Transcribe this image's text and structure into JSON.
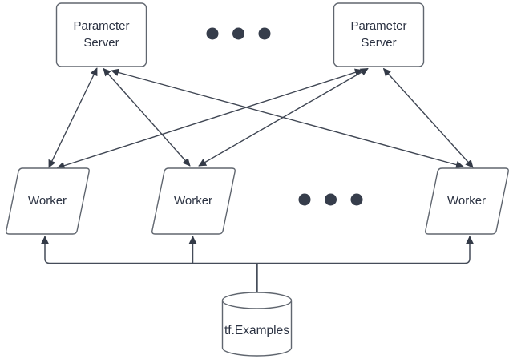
{
  "diagram": {
    "nodes": {
      "parameter_server_1": {
        "label": "Parameter\nServer",
        "shape": "rounded-rectangle"
      },
      "parameter_server_2": {
        "label": "Parameter\nServer",
        "shape": "rounded-rectangle"
      },
      "worker_1": {
        "label": "Worker",
        "shape": "parallelogram"
      },
      "worker_2": {
        "label": "Worker",
        "shape": "parallelogram"
      },
      "worker_3": {
        "label": "Worker",
        "shape": "parallelogram"
      },
      "tf_examples": {
        "label": "tf.Examples",
        "shape": "cylinder"
      }
    },
    "ellipsis_groups": [
      {
        "name": "more-parameter-servers",
        "dots": 3
      },
      {
        "name": "more-workers",
        "dots": 3
      }
    ],
    "edges": [
      {
        "from": "worker_1",
        "to": "parameter_server_1",
        "bidirectional": true
      },
      {
        "from": "worker_1",
        "to": "parameter_server_2",
        "bidirectional": true
      },
      {
        "from": "worker_2",
        "to": "parameter_server_1",
        "bidirectional": true
      },
      {
        "from": "worker_2",
        "to": "parameter_server_2",
        "bidirectional": true
      },
      {
        "from": "worker_3",
        "to": "parameter_server_1",
        "bidirectional": true
      },
      {
        "from": "worker_3",
        "to": "parameter_server_2",
        "bidirectional": true
      },
      {
        "from": "tf_examples",
        "to": "worker_1",
        "bidirectional": false
      },
      {
        "from": "tf_examples",
        "to": "worker_2",
        "bidirectional": false
      },
      {
        "from": "tf_examples",
        "to": "worker_3",
        "bidirectional": false
      }
    ],
    "colors": {
      "background": "#ffffff",
      "shape_fill": "#ffffff",
      "shape_border": "#60666f",
      "connector": "#3f4653",
      "arrowhead": "#333a47",
      "dot": "#363d4b",
      "text": "#2b3242"
    }
  }
}
